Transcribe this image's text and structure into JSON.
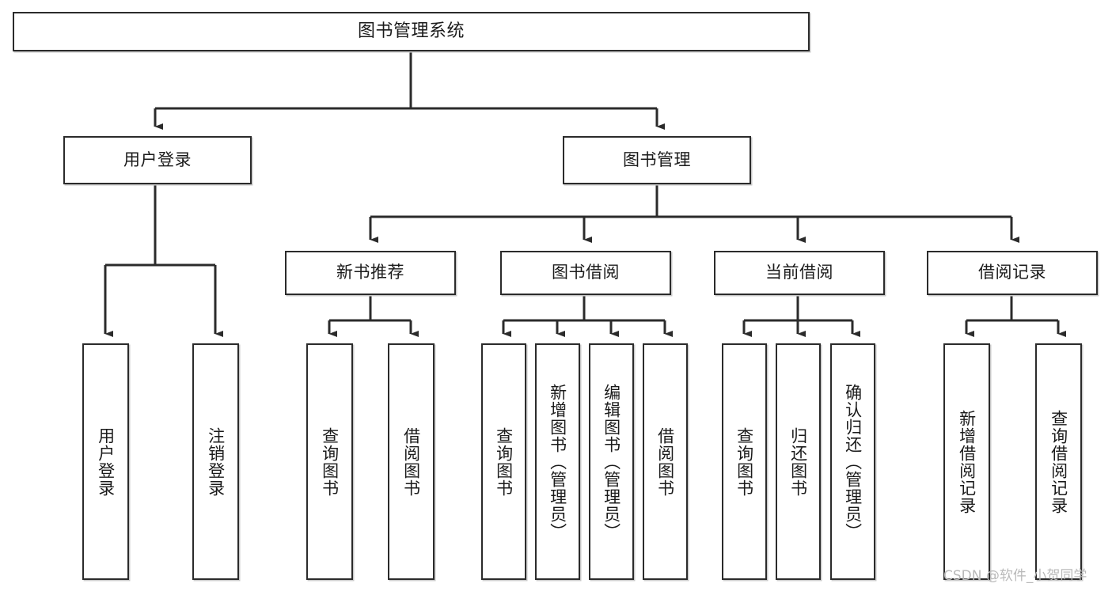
{
  "diagram": {
    "title": "图书管理系统",
    "type": "tree-hierarchy",
    "orientation": "top-down",
    "node_fill": "#ffffff",
    "node_border": "#2b2b2b",
    "edge_color": "#2b2b2b",
    "watermark": "CSDN @软件_小贺同学"
  },
  "nodes": {
    "root": {
      "label": "图书管理系统"
    },
    "level1": [
      {
        "label": "用户登录"
      },
      {
        "label": "图书管理"
      }
    ],
    "level2": [
      {
        "label": "新书推荐"
      },
      {
        "label": "图书借阅"
      },
      {
        "label": "当前借阅"
      },
      {
        "label": "借阅记录"
      }
    ],
    "leaves": {
      "user_login": [
        {
          "label": "用户登录"
        },
        {
          "label": "注销登录"
        }
      ],
      "new_book_recommend": [
        {
          "label": "查询图书"
        },
        {
          "label": "借阅图书"
        }
      ],
      "book_borrow": [
        {
          "label": "查询图书"
        },
        {
          "label": "新增图书（管理员）"
        },
        {
          "label": "编辑图书（管理员）"
        },
        {
          "label": "借阅图书"
        }
      ],
      "current_borrow": [
        {
          "label": "查询图书"
        },
        {
          "label": "归还图书"
        },
        {
          "label": "确认归还（管理员）"
        }
      ],
      "borrow_record": [
        {
          "label": "新增借阅记录"
        },
        {
          "label": "查询借阅记录"
        }
      ]
    }
  }
}
